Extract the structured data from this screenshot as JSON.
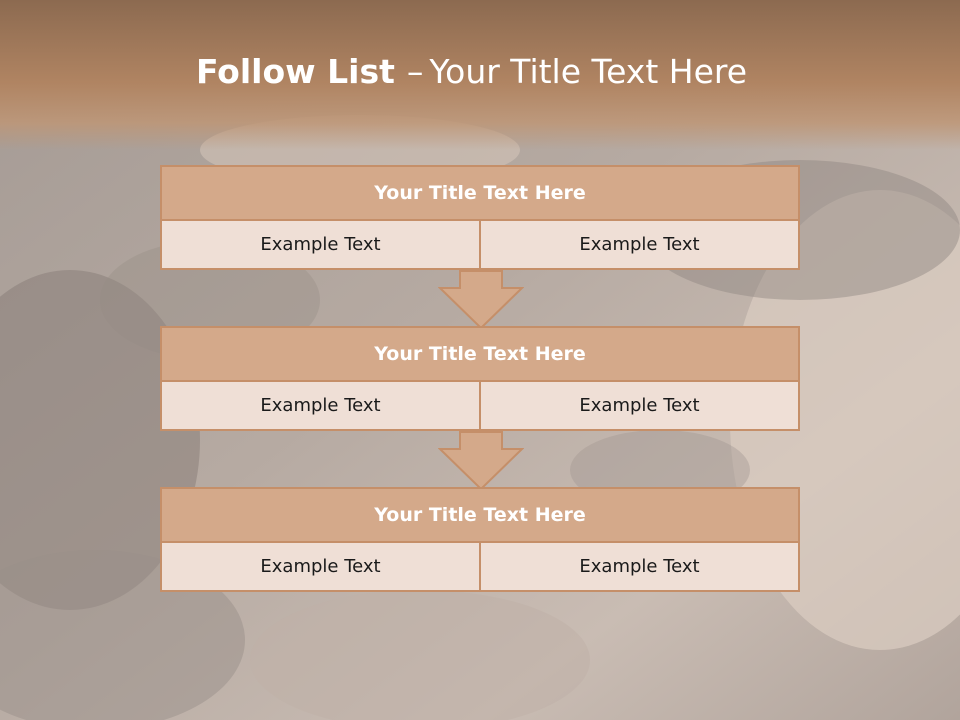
{
  "slide": {
    "title_bold": "Follow List",
    "title_sep": "–",
    "title_rest": "Your Title Text Here"
  },
  "colors": {
    "header": "#b08462",
    "block_title": "#d4a98a",
    "block_border": "#c58f69",
    "cell_fill": "#efdfd6",
    "arrow_fill": "#d4a98a"
  },
  "blocks": [
    {
      "title": "Your Title Text Here",
      "left": "Example Text",
      "right": "Example Text"
    },
    {
      "title": "Your Title Text Here",
      "left": "Example Text",
      "right": "Example Text"
    },
    {
      "title": "Your Title Text Here",
      "left": "Example Text",
      "right": "Example Text"
    }
  ]
}
